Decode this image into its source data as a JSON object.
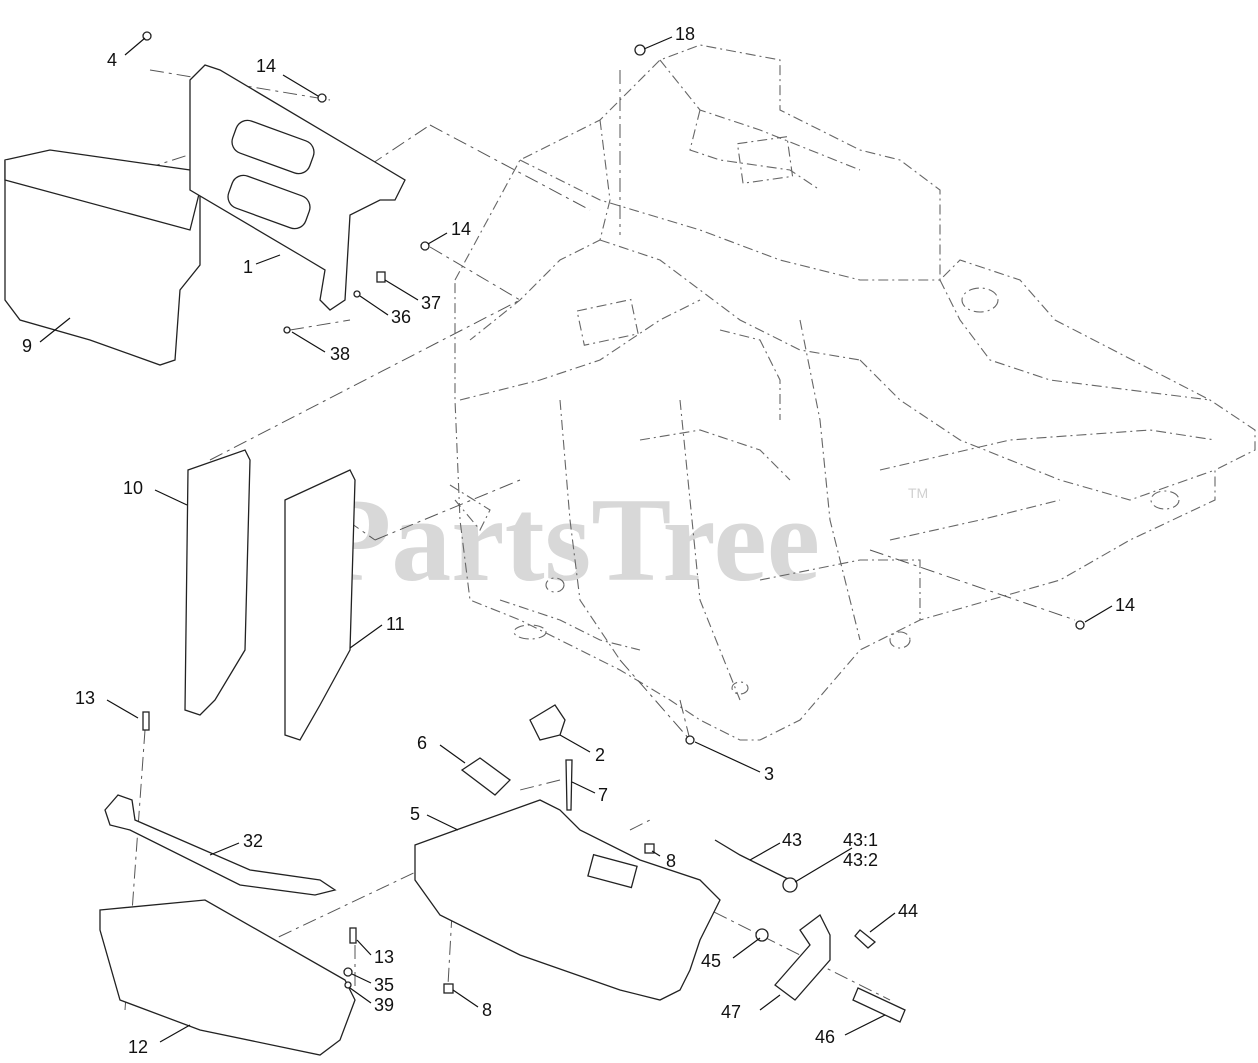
{
  "watermark": {
    "text": "PartsTree",
    "trademark": "TM"
  },
  "callouts": [
    {
      "id": "c4",
      "text": "4"
    },
    {
      "id": "c14a",
      "text": "14"
    },
    {
      "id": "c18",
      "text": "18"
    },
    {
      "id": "c1",
      "text": "1"
    },
    {
      "id": "c9",
      "text": "9"
    },
    {
      "id": "c14b",
      "text": "14"
    },
    {
      "id": "c37",
      "text": "37"
    },
    {
      "id": "c36",
      "text": "36"
    },
    {
      "id": "c38",
      "text": "38"
    },
    {
      "id": "c10",
      "text": "10"
    },
    {
      "id": "c11",
      "text": "11"
    },
    {
      "id": "c14c",
      "text": "14"
    },
    {
      "id": "c13a",
      "text": "13"
    },
    {
      "id": "c2",
      "text": "2"
    },
    {
      "id": "c6",
      "text": "6"
    },
    {
      "id": "c7",
      "text": "7"
    },
    {
      "id": "c3",
      "text": "3"
    },
    {
      "id": "c5",
      "text": "5"
    },
    {
      "id": "c32",
      "text": "32"
    },
    {
      "id": "c8a",
      "text": "8"
    },
    {
      "id": "c43",
      "text": "43"
    },
    {
      "id": "c431",
      "text": "43:1"
    },
    {
      "id": "c432",
      "text": "43:2"
    },
    {
      "id": "c44",
      "text": "44"
    },
    {
      "id": "c13b",
      "text": "13"
    },
    {
      "id": "c35",
      "text": "35"
    },
    {
      "id": "c39",
      "text": "39"
    },
    {
      "id": "c45",
      "text": "45"
    },
    {
      "id": "c8b",
      "text": "8"
    },
    {
      "id": "c47",
      "text": "47"
    },
    {
      "id": "c46",
      "text": "46"
    },
    {
      "id": "c12",
      "text": "12"
    }
  ]
}
